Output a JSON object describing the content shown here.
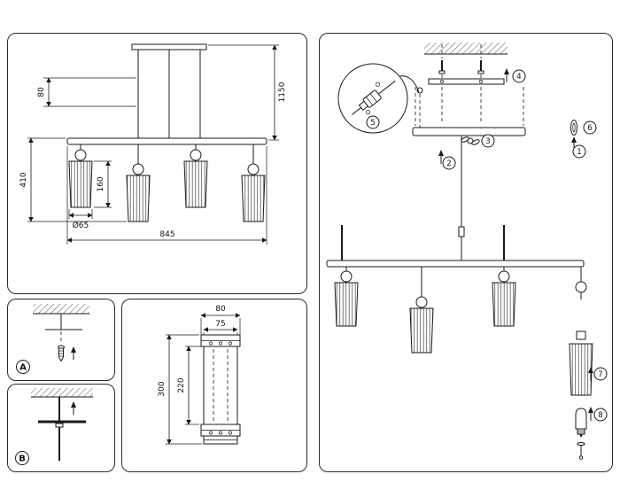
{
  "main_view": {
    "dims": {
      "canopy_drop": "80",
      "overall_drop": "1150",
      "fixture_drop": "410",
      "shade_height": "160",
      "shade_diameter": "Ø65",
      "bar_width": "845"
    }
  },
  "detail_a": {
    "label": "A"
  },
  "detail_b": {
    "label": "B"
  },
  "shade_view": {
    "dims": {
      "outer_width": "80",
      "inner_width": "75",
      "overall_height": "300",
      "body_height": "220"
    }
  },
  "assembly": {
    "steps": [
      "1",
      "2",
      "3",
      "4",
      "5",
      "6",
      "7",
      "8"
    ]
  }
}
